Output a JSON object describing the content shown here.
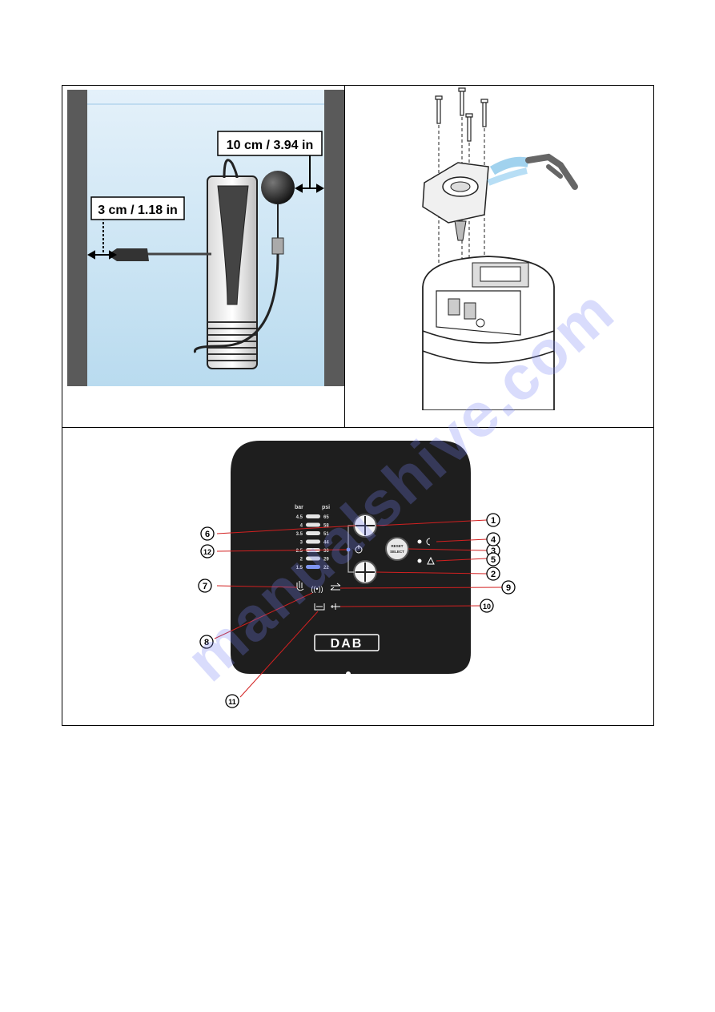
{
  "figure_a": {
    "dim_side": "3 cm / 1.18 in",
    "dim_float": "10 cm / 3.94 in"
  },
  "figure_c": {
    "gauge": {
      "unit_bar": "bar",
      "unit_psi": "psi",
      "rows": [
        {
          "bar": "4.5",
          "psi": "65"
        },
        {
          "bar": "4",
          "psi": "58"
        },
        {
          "bar": "3.5",
          "psi": "51"
        },
        {
          "bar": "3",
          "psi": "44"
        },
        {
          "bar": "2.5",
          "psi": "36"
        },
        {
          "bar": "2",
          "psi": "29"
        },
        {
          "bar": "1.5",
          "psi": "22"
        }
      ]
    },
    "reset_label_1": "RESET",
    "reset_label_2": "SELECT",
    "brand": "DAB",
    "callouts": [
      "1",
      "2",
      "3",
      "4",
      "5",
      "6",
      "7",
      "8",
      "9",
      "10",
      "11",
      "12"
    ]
  },
  "watermark": "manualshive.com",
  "colors": {
    "water": "#c9e4f4",
    "wall": "#555555",
    "panel": "#1e1e1e",
    "callout_line": "#d22020",
    "led_blue": "#7f95f0"
  }
}
